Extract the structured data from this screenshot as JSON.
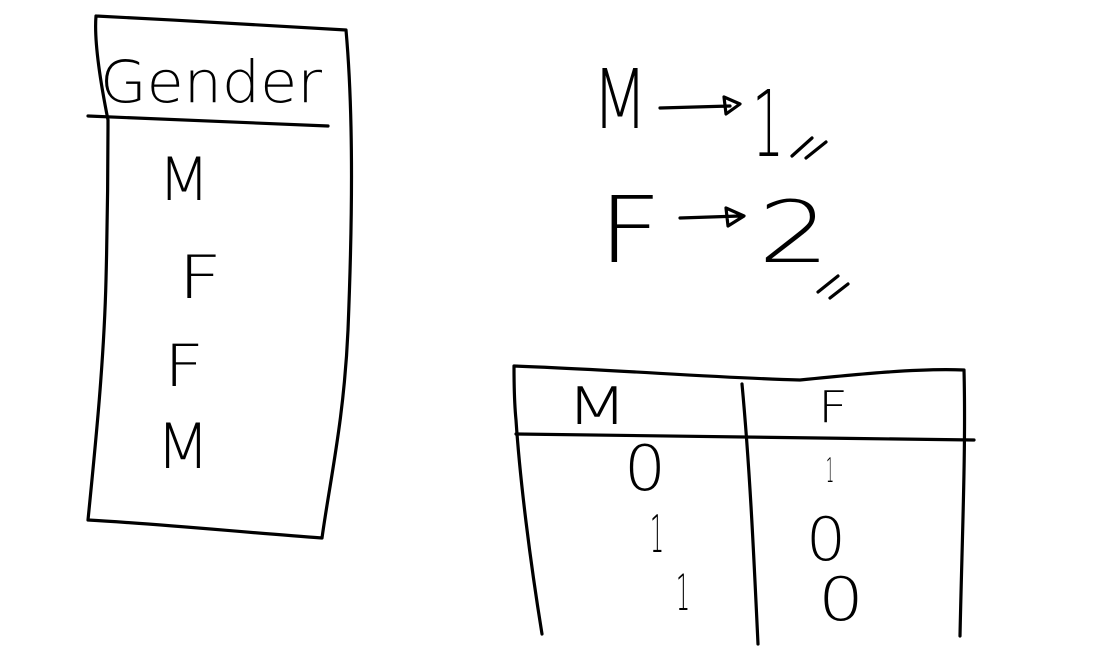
{
  "ink_color": "#000000",
  "background_color": "#ffffff",
  "gender_table": {
    "header": "Gender",
    "rows": [
      "M",
      "F",
      "F",
      "M"
    ]
  },
  "mapping": [
    {
      "from": "M",
      "to": "1"
    },
    {
      "from": "F",
      "to": "2"
    }
  ],
  "onehot_table": {
    "headers": [
      "M",
      "F"
    ],
    "rows": [
      [
        "0",
        "1"
      ],
      [
        "1",
        "0"
      ],
      [
        "1",
        "0"
      ]
    ]
  }
}
